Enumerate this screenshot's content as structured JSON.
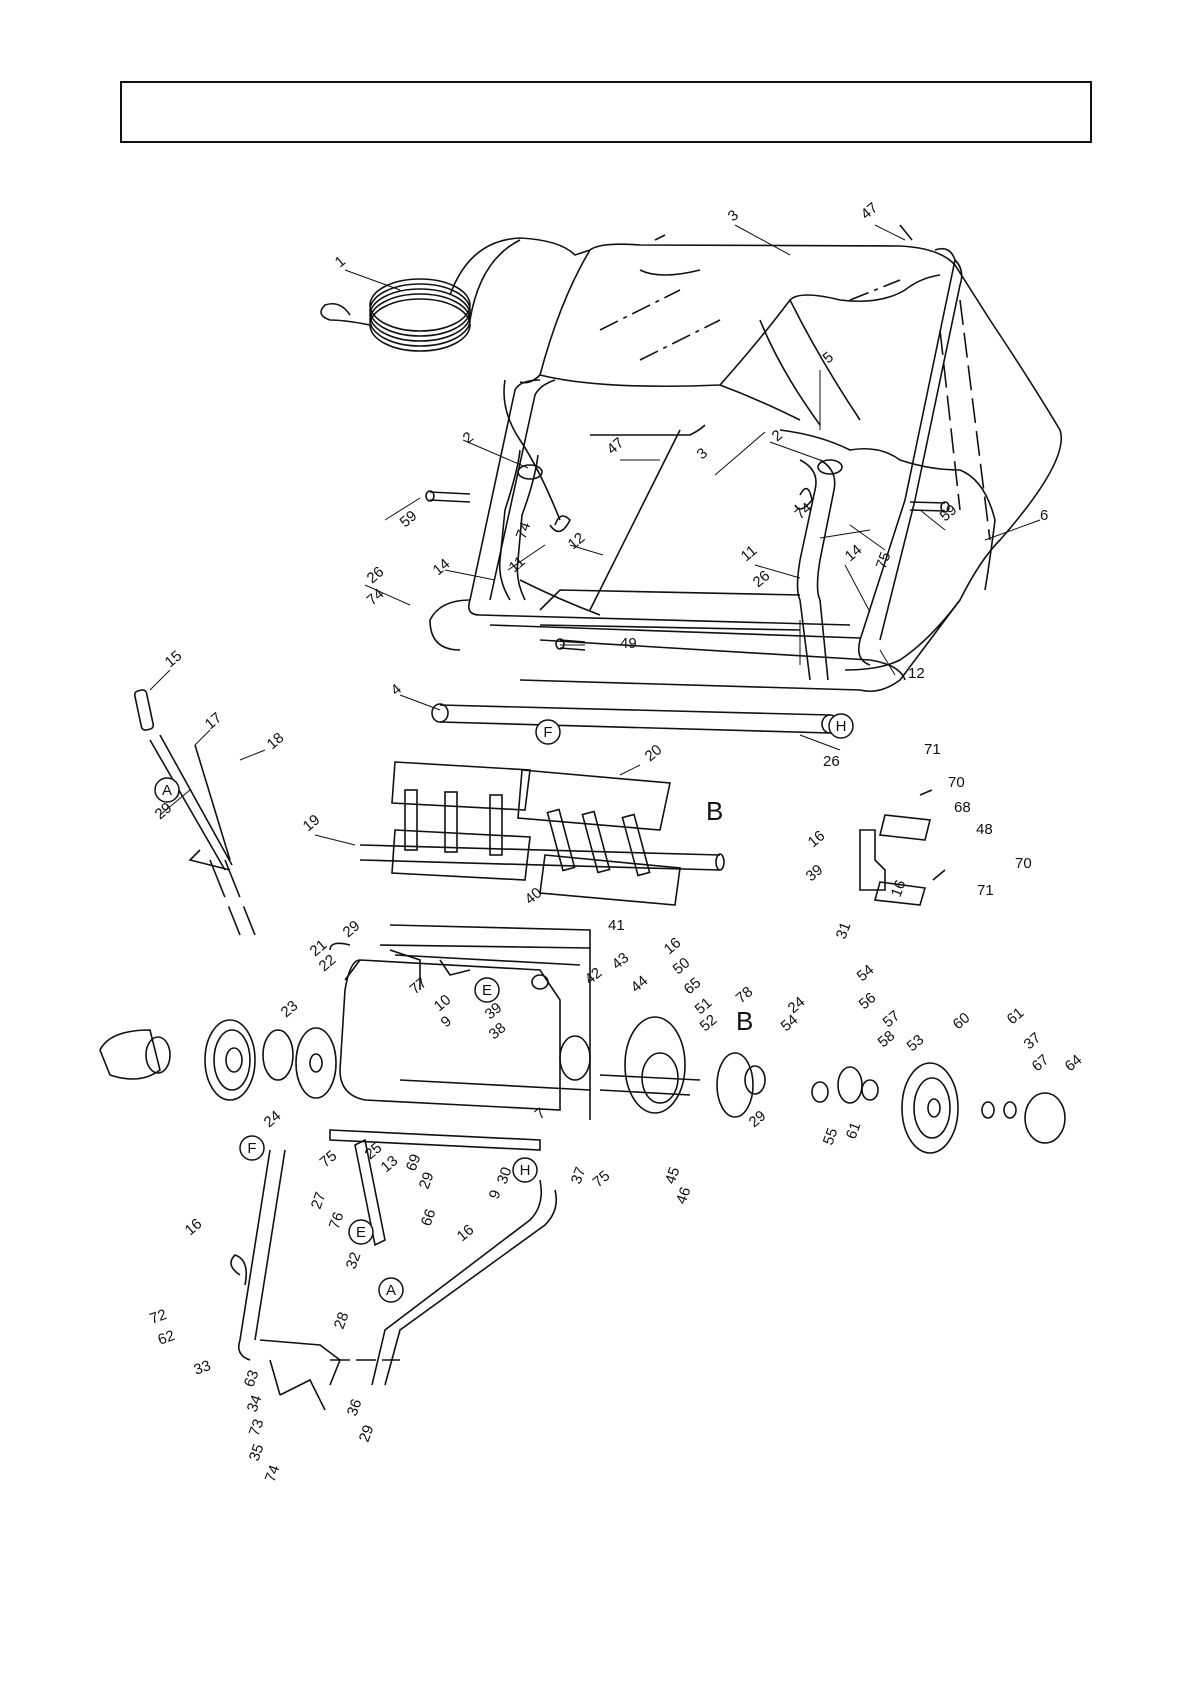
{
  "header": {
    "text": ""
  },
  "callouts": [
    "1",
    "2",
    "3",
    "3",
    "2",
    "47",
    "47",
    "5",
    "6",
    "74",
    "59",
    "59",
    "74",
    "14",
    "12",
    "11",
    "11",
    "14",
    "75",
    "26",
    "74",
    "26",
    "49",
    "12",
    "4",
    "26",
    "15",
    "17",
    "18",
    "29",
    "20",
    "19",
    "71",
    "70",
    "68",
    "48",
    "16",
    "70",
    "71",
    "39",
    "16",
    "31",
    "40",
    "41",
    "29",
    "21",
    "22",
    "77",
    "10",
    "9",
    "42",
    "43",
    "44",
    "16",
    "50",
    "65",
    "51",
    "52",
    "78",
    "24",
    "54",
    "54",
    "56",
    "57",
    "58",
    "53",
    "60",
    "61",
    "37",
    "67",
    "64",
    "23",
    "24",
    "25",
    "13",
    "30",
    "39",
    "38",
    "9",
    "7",
    "37",
    "75",
    "45",
    "46",
    "29",
    "55",
    "61",
    "75",
    "16",
    "16",
    "27",
    "76",
    "69",
    "29",
    "66",
    "32",
    "28",
    "72",
    "62",
    "33",
    "63",
    "34",
    "73",
    "35",
    "74",
    "36",
    "29"
  ],
  "circle_labels": [
    "F",
    "H",
    "A",
    "E",
    "F",
    "H",
    "E",
    "A"
  ],
  "letter_labels": [
    "B",
    "B"
  ]
}
